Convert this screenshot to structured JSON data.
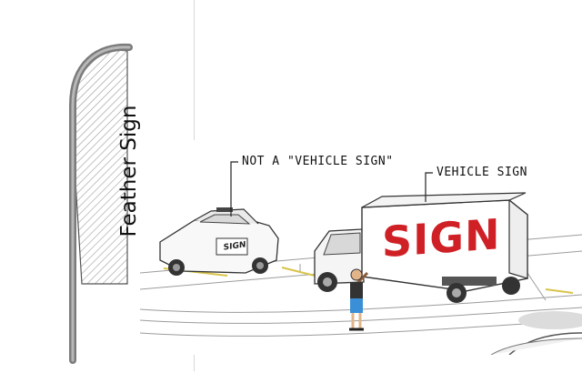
{
  "feather": {
    "label": "Feather Sign"
  },
  "callouts": {
    "not_vehicle": "NOT A \"VEHICLE SIGN\"",
    "vehicle": "VEHICLE SIGN"
  },
  "truck": {
    "sign_text": "SIGN"
  },
  "car": {
    "sign_text": "SIGN"
  },
  "colors": {
    "sign_red": "#cf2026",
    "panel_line": "#d8d8d8"
  }
}
